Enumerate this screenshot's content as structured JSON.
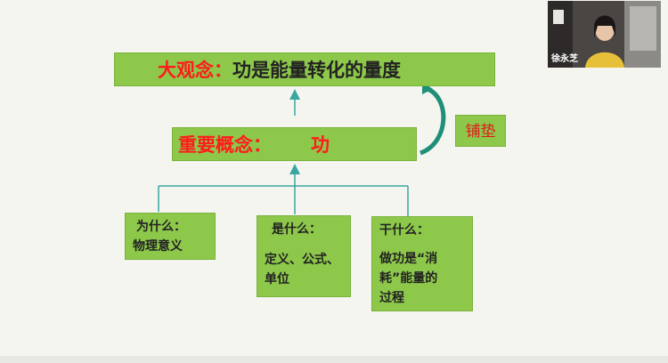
{
  "big_concept": {
    "label": "大观念：",
    "text": "功是能量转化的量度"
  },
  "key_concept": {
    "label": "重要概念：",
    "text": "功"
  },
  "bridge": "铺垫",
  "why": {
    "title": "为什么：",
    "line1": "物理意义"
  },
  "what": {
    "title": "是什么：",
    "line1": "定义、公式、",
    "line2": "单位"
  },
  "do": {
    "title": "干什么：",
    "line1": "做功是“消",
    "line2": "耗”能量的",
    "line3": "过程"
  },
  "presenter": {
    "name": "徐永芝"
  },
  "colors": {
    "box": "#8dc84b",
    "red": "#ff1b1b",
    "teal": "#1f8f78",
    "arrow": "#3aa6a1"
  }
}
